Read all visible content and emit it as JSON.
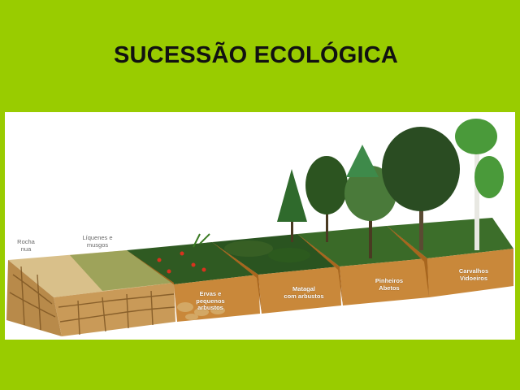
{
  "title": "SUCESSÃO ECOLÓGICA",
  "colors": {
    "background": "#99cc00",
    "panel": "#ffffff",
    "soil": "#c98a3a",
    "soil_dark": "#a8661e",
    "rock": "#d8b678",
    "foliage": "#3e7a2a"
  },
  "diagram": {
    "stages": [
      {
        "id": "rocha",
        "line1": "Rocha",
        "line2": "nua"
      },
      {
        "id": "liquenes",
        "line1": "Líquenes e",
        "line2": "musgos"
      },
      {
        "id": "ervas",
        "line1": "Ervas e",
        "line2": "pequenos",
        "line3": "arbustos"
      },
      {
        "id": "matagal",
        "line1": "Matagal",
        "line2": "com arbustos"
      },
      {
        "id": "pinheiros",
        "line1": "Pinheiros",
        "line2": "Abetos"
      },
      {
        "id": "carvalhos",
        "line1": "Carvalhos",
        "line2": "Vidoeiros"
      }
    ]
  }
}
